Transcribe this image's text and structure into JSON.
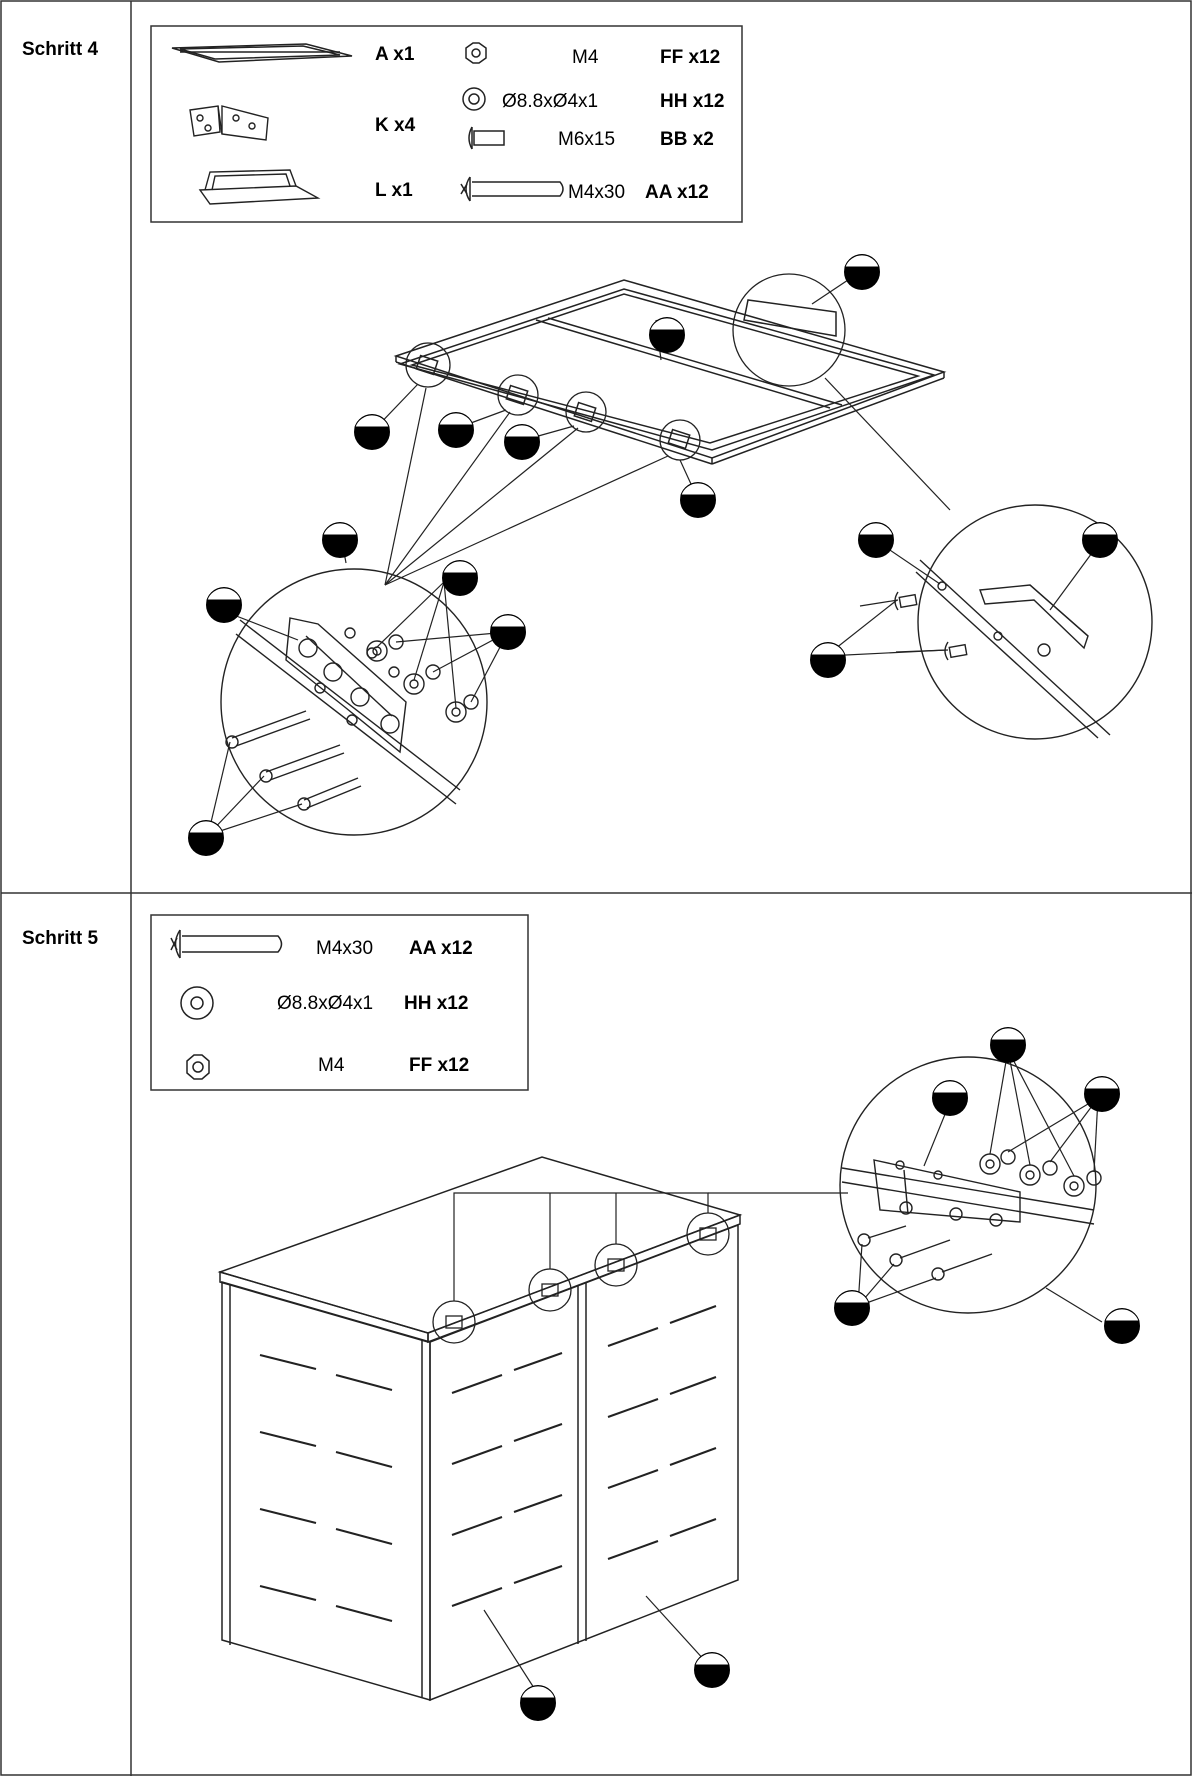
{
  "steps": [
    {
      "label": "Schritt 4",
      "parts": [
        {
          "icon": "panel-frame-icon",
          "spec": "",
          "code": "A x1"
        },
        {
          "icon": "hinge-icon",
          "spec": "",
          "code": "K x4"
        },
        {
          "icon": "handle-icon",
          "spec": "",
          "code": "L x1"
        },
        {
          "icon": "nut-icon",
          "spec": "M4",
          "code": "FF x12"
        },
        {
          "icon": "washer-icon",
          "spec": "Ø8.8xØ4x1",
          "code": "HH x12"
        },
        {
          "icon": "bolt-short-icon",
          "spec": "M6x15",
          "code": "BB x2"
        },
        {
          "icon": "screw-long-icon",
          "spec": "M4x30",
          "code": "AA x12"
        }
      ]
    },
    {
      "label": "Schritt 5",
      "parts": [
        {
          "icon": "screw-long-icon",
          "spec": "M4x30",
          "code": "AA x12"
        },
        {
          "icon": "washer-icon",
          "spec": "Ø8.8xØ4x1",
          "code": "HH x12"
        },
        {
          "icon": "nut-icon",
          "spec": "M4",
          "code": "FF x12"
        }
      ]
    }
  ],
  "colors": {
    "line": "#222222",
    "border": "#333333",
    "fill": "#ffffff"
  }
}
